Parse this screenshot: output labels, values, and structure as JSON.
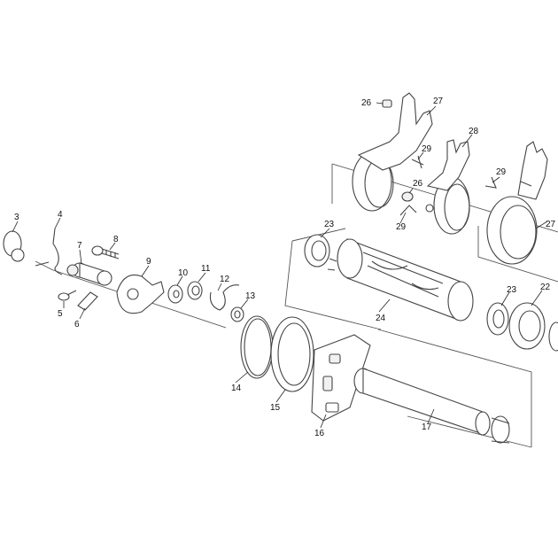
{
  "diagram": {
    "callouts": [
      {
        "id": "c26a",
        "text": "26"
      },
      {
        "id": "c27a",
        "text": "27"
      },
      {
        "id": "c28",
        "text": "28"
      },
      {
        "id": "c29a",
        "text": "29"
      },
      {
        "id": "c26b",
        "text": "26"
      },
      {
        "id": "c29b",
        "text": "29"
      },
      {
        "id": "c29c",
        "text": "29"
      },
      {
        "id": "c27b",
        "text": "27"
      },
      {
        "id": "c23a",
        "text": "23"
      },
      {
        "id": "c24",
        "text": "24"
      },
      {
        "id": "c23b",
        "text": "23"
      },
      {
        "id": "c22",
        "text": "22"
      },
      {
        "id": "c3",
        "text": "3"
      },
      {
        "id": "c4",
        "text": "4"
      },
      {
        "id": "c7",
        "text": "7"
      },
      {
        "id": "c8",
        "text": "8"
      },
      {
        "id": "c9",
        "text": "9"
      },
      {
        "id": "c10",
        "text": "10"
      },
      {
        "id": "c11",
        "text": "11"
      },
      {
        "id": "c12",
        "text": "12"
      },
      {
        "id": "c13",
        "text": "13"
      },
      {
        "id": "c5",
        "text": "5"
      },
      {
        "id": "c6",
        "text": "6"
      },
      {
        "id": "c14",
        "text": "14"
      },
      {
        "id": "c15",
        "text": "15"
      },
      {
        "id": "c16",
        "text": "16"
      },
      {
        "id": "c17",
        "text": "17"
      }
    ]
  }
}
